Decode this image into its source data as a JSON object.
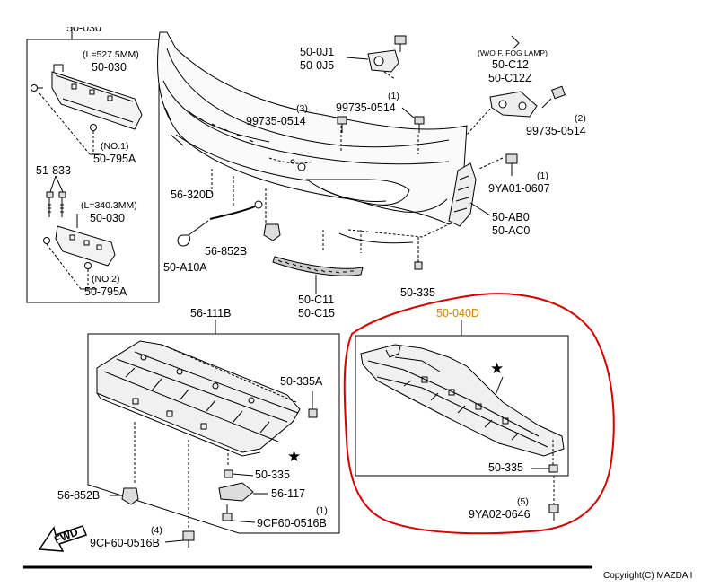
{
  "diagram": {
    "bracket_inset": {
      "length_upper": "(L=527.5MM)",
      "part_upper": "50-030",
      "note_no1": "(NO.1)",
      "part_no1": "50-795A",
      "clip": "51-833",
      "length_lower": "(L=340.3MM)",
      "part_lower": "50-030",
      "note_no2": "(NO.2)",
      "part_no2": "50-795A",
      "top_partial": "50-030"
    },
    "bumper": {
      "part_0j1": "50-0J1",
      "part_0j5": "50-0J5",
      "qty_3": "(3)",
      "bolt_3": "99735-0514",
      "qty_1a": "(1)",
      "bolt_1a": "99735-0514",
      "fog_note": "(W/O F. FOG LAMP)",
      "part_c12": "50-C12",
      "part_c12z": "50-C12Z",
      "qty_2": "(2)",
      "bolt_2": "99735-0514",
      "qty_1b": "(1)",
      "bolt_1b": "9YA01-0607",
      "part_320d": "56-320D",
      "part_852b_top": "56-852B",
      "part_a10a": "50-A10A",
      "part_ab0": "50-AB0",
      "part_ac0": "50-AC0",
      "part_c11": "50-C11",
      "part_c15": "50-C15",
      "part_335_top": "50-335"
    },
    "undercover_inset": {
      "title": "56-111B",
      "part_335a": "50-335A",
      "part_335": "50-335",
      "part_117": "56-117",
      "qty_1": "(1)",
      "bolt_1": "9CF60-0516B",
      "part_852b": "56-852B",
      "qty_4": "(4)",
      "bolt_4": "9CF60-0516B",
      "fwd": "FWD",
      "star": "★"
    },
    "highlighted_inset": {
      "title": "50-040D",
      "star": "★",
      "part_335": "50-335",
      "qty_5": "(5)",
      "bolt_5": "9YA02-0646",
      "circle_color": "#d40000",
      "title_color": "#d9890a"
    },
    "copyright": "Copyright(C) MAZDA I"
  }
}
